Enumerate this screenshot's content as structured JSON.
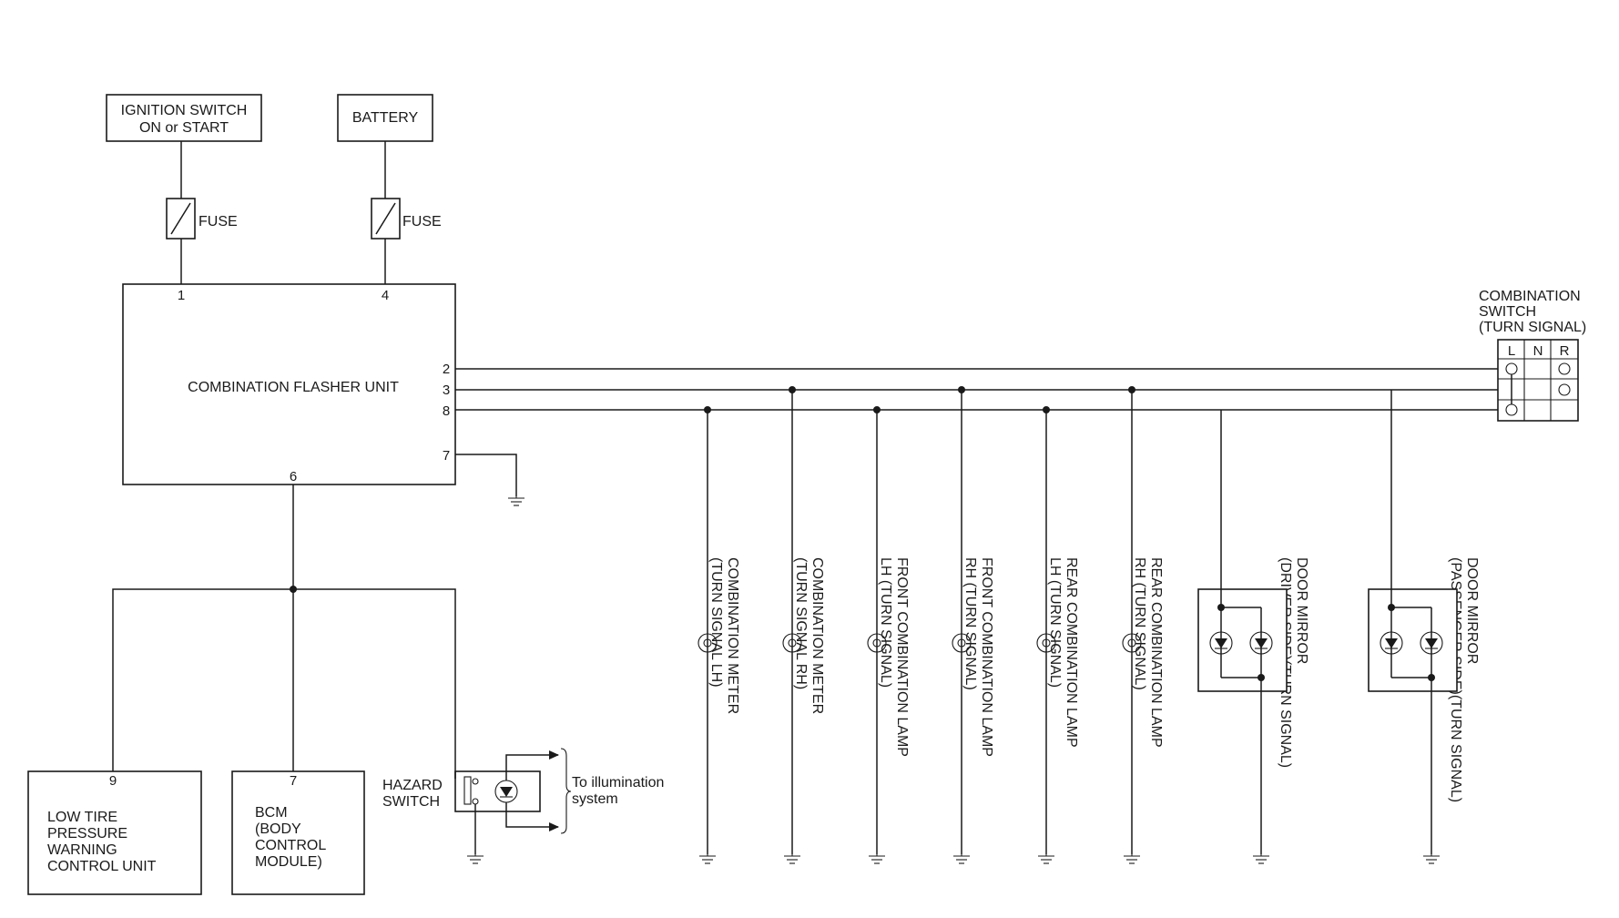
{
  "blocks": {
    "ignition": {
      "line1": "IGNITION SWITCH",
      "line2": "ON or START"
    },
    "battery": {
      "label": "BATTERY"
    },
    "fuse1": {
      "label": "FUSE"
    },
    "fuse2": {
      "label": "FUSE"
    },
    "flasher": {
      "label": "COMBINATION FLASHER UNIT"
    },
    "low_tire": {
      "lines": [
        "LOW TIRE",
        "PRESSURE",
        "WARNING",
        "CONTROL UNIT"
      ]
    },
    "bcm": {
      "lines": [
        "BCM",
        "(BODY",
        "CONTROL",
        "MODULE)"
      ]
    },
    "hazard": {
      "line1": "HAZARD",
      "line2": "SWITCH"
    },
    "illum": {
      "line1": "To illumination",
      "line2": "system"
    },
    "comb_switch": {
      "lines": [
        "COMBINATION",
        "SWITCH",
        "(TURN SIGNAL)"
      ],
      "cols": [
        "L",
        "N",
        "R"
      ]
    }
  },
  "pins": {
    "p1": "1",
    "p4": "4",
    "p2": "2",
    "p3": "3",
    "p8": "8",
    "p7": "7",
    "p6": "6",
    "p9_low_tire": "9",
    "p7_bcm": "7"
  },
  "loads": [
    {
      "line1": "COMBINATION METER",
      "line2": "(TURN SIGNAL LH)"
    },
    {
      "line1": "COMBINATION METER",
      "line2": "(TURN SIGNAL RH)"
    },
    {
      "line1": "FRONT COMBINATION LAMP",
      "line2": "LH (TURN SIGNAL)"
    },
    {
      "line1": "FRONT COMBINATION LAMP",
      "line2": "RH (TURN SIGNAL)"
    },
    {
      "line1": "REAR COMBINATION LAMP",
      "line2": "LH (TURN SIGNAL)"
    },
    {
      "line1": "REAR COMBINATION LAMP",
      "line2": "RH (TURN SIGNAL)"
    },
    {
      "line1": "DOOR MIRROR",
      "line2": "(DRIVER SIDE)(TURN SIGNAL)"
    },
    {
      "line1": "DOOR MIRROR",
      "line2": "(PASSENGER SIDE)(TURN SIGNAL)"
    }
  ]
}
